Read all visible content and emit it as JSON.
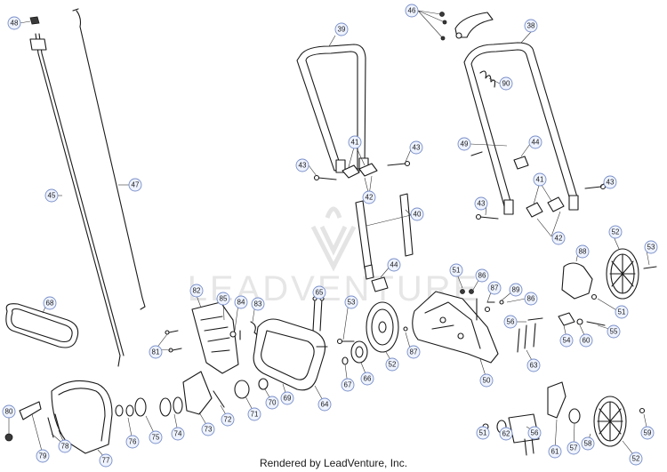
{
  "diagram": {
    "credit": "Rendered by LeadVenture, Inc.",
    "watermark": "LEADVENTURE",
    "callouts": [
      {
        "id": "c48",
        "label": "48"
      },
      {
        "id": "c46",
        "label": "46"
      },
      {
        "id": "c39",
        "label": "39"
      },
      {
        "id": "c38",
        "label": "38"
      },
      {
        "id": "c90",
        "label": "90"
      },
      {
        "id": "c47",
        "label": "47"
      },
      {
        "id": "c45",
        "label": "45"
      },
      {
        "id": "c41a",
        "label": "41"
      },
      {
        "id": "c43a",
        "label": "43"
      },
      {
        "id": "c43b",
        "label": "43"
      },
      {
        "id": "c42a",
        "label": "42"
      },
      {
        "id": "c49",
        "label": "49"
      },
      {
        "id": "c44a",
        "label": "44"
      },
      {
        "id": "c41b",
        "label": "41"
      },
      {
        "id": "c43c",
        "label": "43"
      },
      {
        "id": "c43d",
        "label": "43"
      },
      {
        "id": "c42b",
        "label": "42"
      },
      {
        "id": "c40",
        "label": "40"
      },
      {
        "id": "c52a",
        "label": "52"
      },
      {
        "id": "c53a",
        "label": "53"
      },
      {
        "id": "c88",
        "label": "88"
      },
      {
        "id": "c44b",
        "label": "44"
      },
      {
        "id": "c51a",
        "label": "51"
      },
      {
        "id": "c86a",
        "label": "86"
      },
      {
        "id": "c87a",
        "label": "87"
      },
      {
        "id": "c89",
        "label": "89"
      },
      {
        "id": "c86b",
        "label": "86"
      },
      {
        "id": "c51b",
        "label": "51"
      },
      {
        "id": "c68",
        "label": "68"
      },
      {
        "id": "c82",
        "label": "82"
      },
      {
        "id": "c85",
        "label": "85"
      },
      {
        "id": "c84",
        "label": "84"
      },
      {
        "id": "c83",
        "label": "83"
      },
      {
        "id": "c65",
        "label": "65"
      },
      {
        "id": "c53b",
        "label": "53"
      },
      {
        "id": "c81",
        "label": "81"
      },
      {
        "id": "c87b",
        "label": "87"
      },
      {
        "id": "c56a",
        "label": "56"
      },
      {
        "id": "c54",
        "label": "54"
      },
      {
        "id": "c60",
        "label": "60"
      },
      {
        "id": "c55",
        "label": "55"
      },
      {
        "id": "c52b",
        "label": "52"
      },
      {
        "id": "c63",
        "label": "63"
      },
      {
        "id": "c67",
        "label": "67"
      },
      {
        "id": "c66",
        "label": "66"
      },
      {
        "id": "c69",
        "label": "69"
      },
      {
        "id": "c50",
        "label": "50"
      },
      {
        "id": "c64",
        "label": "64"
      },
      {
        "id": "c70",
        "label": "70"
      },
      {
        "id": "c71",
        "label": "71"
      },
      {
        "id": "c72",
        "label": "72"
      },
      {
        "id": "c73",
        "label": "73"
      },
      {
        "id": "c74",
        "label": "74"
      },
      {
        "id": "c75",
        "label": "75"
      },
      {
        "id": "c76",
        "label": "76"
      },
      {
        "id": "c77",
        "label": "77"
      },
      {
        "id": "c78",
        "label": "78"
      },
      {
        "id": "c79",
        "label": "79"
      },
      {
        "id": "c80",
        "label": "80"
      },
      {
        "id": "c51c",
        "label": "51"
      },
      {
        "id": "c62",
        "label": "62"
      },
      {
        "id": "c56b",
        "label": "56"
      },
      {
        "id": "c61",
        "label": "61"
      },
      {
        "id": "c57",
        "label": "57"
      },
      {
        "id": "c58",
        "label": "58"
      },
      {
        "id": "c59",
        "label": "59"
      },
      {
        "id": "c52c",
        "label": "52"
      }
    ]
  }
}
